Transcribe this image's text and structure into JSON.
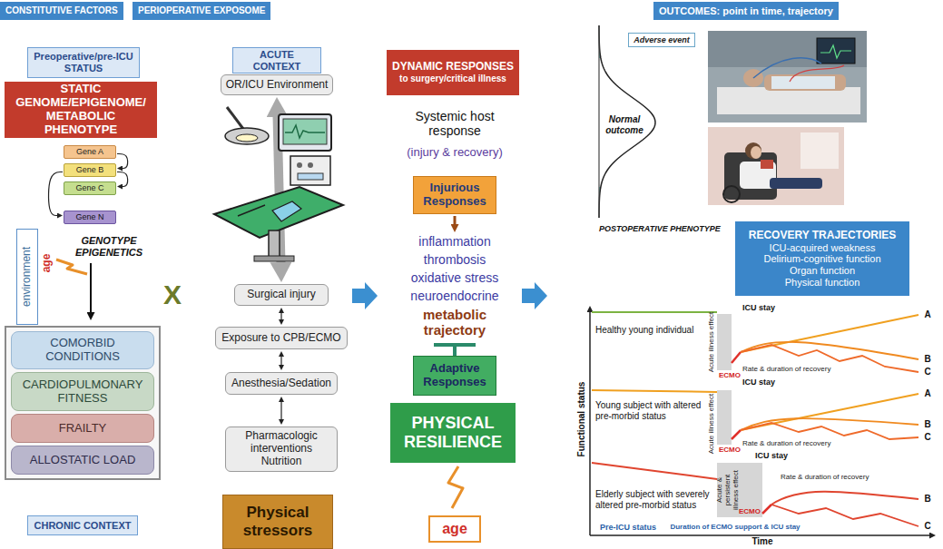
{
  "diagram": {
    "nodes": [
      {
        "text": [
          "CONSTITUTIVE FACTORS"
        ]
      },
      {
        "text": [
          "PERIOPERATIVE EXPOSOME"
        ]
      },
      {
        "text": [
          "OUTCOMES: point in time, trajectory"
        ]
      },
      {
        "text": [
          "Preoperative/pre-ICU STATUS"
        ]
      },
      {
        "text": [
          "STATIC GENOME/EPIGENOME/ METABOLIC PHENOTYPE"
        ]
      },
      {
        "text": [
          "Gene A"
        ]
      },
      {
        "text": [
          "Gene B"
        ]
      },
      {
        "text": [
          "Gene C"
        ]
      },
      {
        "text": [
          "Gene N"
        ]
      },
      {
        "text": [
          "environment"
        ]
      },
      {
        "text": [
          "COMORBID CONDITIONS"
        ]
      },
      {
        "text": [
          "CARDIOPULMONARY FITNESS"
        ]
      },
      {
        "text": [
          "FRAILTY"
        ]
      },
      {
        "text": [
          "ALLOSTATIC LOAD"
        ]
      },
      {
        "text": [
          "CHRONIC CONTEXT"
        ]
      },
      {
        "text": [
          "ACUTE CONTEXT"
        ]
      },
      {
        "text": [
          "OR/ICU Environment"
        ]
      },
      {
        "text": [
          "Surgical injury"
        ]
      },
      {
        "text": [
          "Exposure to CPB/ECMO"
        ]
      },
      {
        "text": [
          "Anesthesia/Sedation"
        ]
      },
      {
        "text": [
          "Pharmacologic interventions Nutrition"
        ]
      },
      {
        "text": [
          "Physical stressors"
        ]
      },
      {
        "text": [
          "DYNAMIC RESPONSES",
          "to surgery/critical illness"
        ]
      },
      {
        "text": [
          "Injurious Responses"
        ]
      },
      {
        "text": [
          "Adaptive Responses"
        ]
      },
      {
        "text": [
          "PHYSICAL RESILIENCE"
        ]
      },
      {
        "text": [
          "age"
        ]
      },
      {
        "text": [
          "Adverse event"
        ]
      },
      {
        "text": [
          "RECOVERY TRAJECTORIES",
          "ICU-acquired weakness",
          "Delirium-cognitive function",
          "Organ function",
          "Physical function"
        ]
      }
    ],
    "edges": [
      {
        "from": 5,
        "to": 6,
        "arrow": "to"
      },
      {
        "from": 6,
        "to": 7,
        "arrow": "to"
      },
      {
        "from": 6,
        "to": 8,
        "arrow": "to"
      },
      {
        "from": 16,
        "to": 17,
        "arrow": "both"
      },
      {
        "from": 17,
        "to": 18,
        "arrow": "both"
      },
      {
        "from": 18,
        "to": 19,
        "arrow": "both"
      },
      {
        "from": 19,
        "to": 20,
        "arrow": "both"
      }
    ],
    "labels": [
      "GENOTYPE EPIGENETICS",
      "age",
      "X",
      "Systemic host response",
      "(injury & recovery)",
      "inflammation",
      "thrombosis",
      "oxidative stress",
      "neuroendocrine",
      "metabolic trajectory",
      "Normal outcome",
      "POSTOPERATIVE PHENOTYPE",
      "Functional status",
      "Time",
      "Healthy young individual",
      "ICU stay",
      "Acute illness effect",
      "ECMO",
      "Rate & duration of recovery",
      "A",
      "B",
      "C",
      "Young subject with altered pre-morbid status",
      "ICU stay",
      "Acute illness effect",
      "ECMO",
      "Rate & duration of recovery",
      "A",
      "B",
      "C",
      "Elderly subject with severely altered pre-morbid status",
      "ICU stay",
      "Acute & persistent illness effect",
      "ECMO",
      "Rate & duration of recovery",
      "B",
      "C",
      "Pre-ICU status",
      "Duration of ECMO support & ICU stay"
    ]
  }
}
